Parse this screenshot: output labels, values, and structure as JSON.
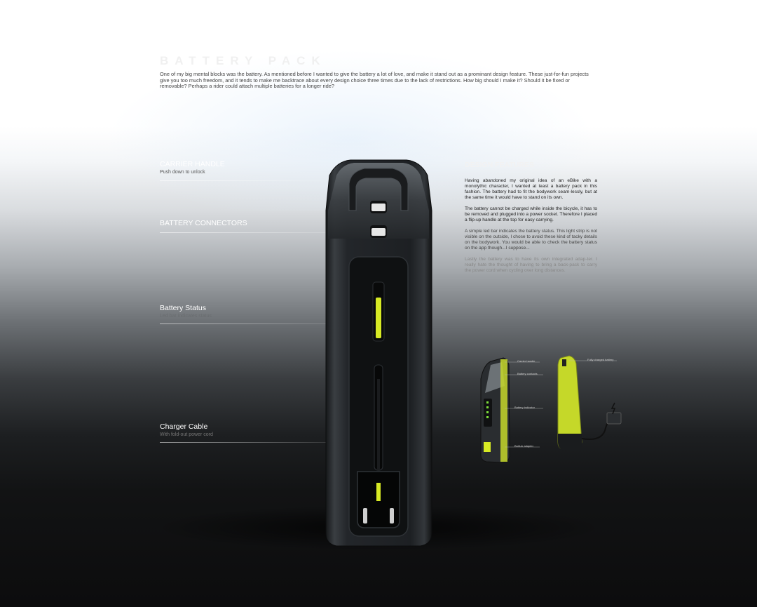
{
  "header": {
    "title": "BATTERY PACK",
    "intro": "One of my big mental blocks was the battery. As mentioned before I wanted to give the battery a lot of love, and make it stand out as a prominant design feature. These just-for-fun projects give you too much freedom, and it tends to make me backtrace about every design choice three times due to the lack of restrictions. How big should I make it? Should it be fixed or removable? Perhaps a rider could attach multiple batteries for a longer ride?"
  },
  "callouts": [
    {
      "title": "CARRIER HANDLE",
      "subtitle": "Push down to unlock"
    },
    {
      "title": "BATTERY CONNECTORS",
      "subtitle": ""
    },
    {
      "title": "Battery Status",
      "subtitle": "Led bar indicates status"
    },
    {
      "title": "Charger Cable",
      "subtitle": "With fold-out power cord"
    }
  ],
  "design_features": {
    "title": "DESIGN FEATURES",
    "paragraphs": [
      "Having abandoned my original idea of an eBike with a monolythic character, I wanted at least a battery pack in this fashion. The battery had to fit the bodywork seam-lessly, but at the same time it would have to stand on its own.",
      "The battery cannot be charged while inside the bicycle, it has to be removed and plugged into a power socket. Therefore I placed a flip-up handle at the top for easy carrying.",
      "A simple led bar indicates the battery status. This light strip is not visible on the outside, I chose to avoid these kind of tacky details on the bodywork. You would be able to check the battery status on the app though...I suppose...",
      "Lastly the battery was to have its own integrated adap-ter. I really hate the thought of having to bring a back-pack to carry the power cord when cycling over long distances."
    ]
  },
  "mini_labels": [
    "Carrier handle",
    "Battery contacts",
    "Battery indicator",
    "Built-in adapter",
    "Fully charged battery"
  ],
  "colors": {
    "accent": "#d7ea24",
    "body": "#1e2124"
  }
}
